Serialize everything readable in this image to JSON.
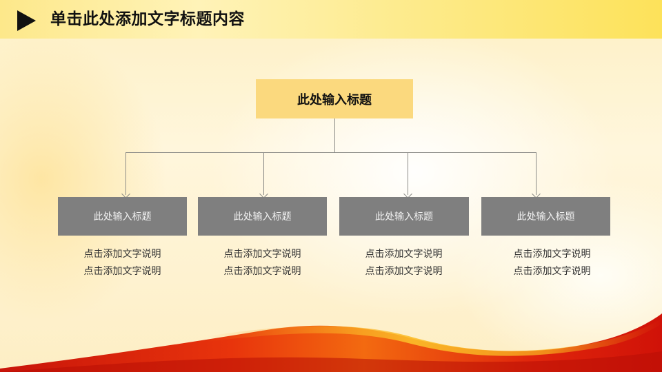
{
  "header": {
    "title": "单击此处添加文字标题内容",
    "icon": "play-triangle-icon"
  },
  "diagram": {
    "root": {
      "label": "此处输入标题",
      "color": "#fbd97e"
    },
    "children": [
      {
        "label": "此处输入标题",
        "desc": [
          "点击添加文字说明",
          "点击添加文字说明"
        ]
      },
      {
        "label": "此处输入标题",
        "desc": [
          "点击添加文字说明",
          "点击添加文字说明"
        ]
      },
      {
        "label": "此处输入标题",
        "desc": [
          "点击添加文字说明",
          "点击添加文字说明"
        ]
      },
      {
        "label": "此处输入标题",
        "desc": [
          "点击添加文字说明",
          "点击添加文字说明"
        ]
      }
    ],
    "child_color": "#7f7f7f",
    "connector_color": "#8a8a86"
  },
  "theme": {
    "header_color": "#fde88a",
    "ribbon_color": "#e02a0c"
  }
}
